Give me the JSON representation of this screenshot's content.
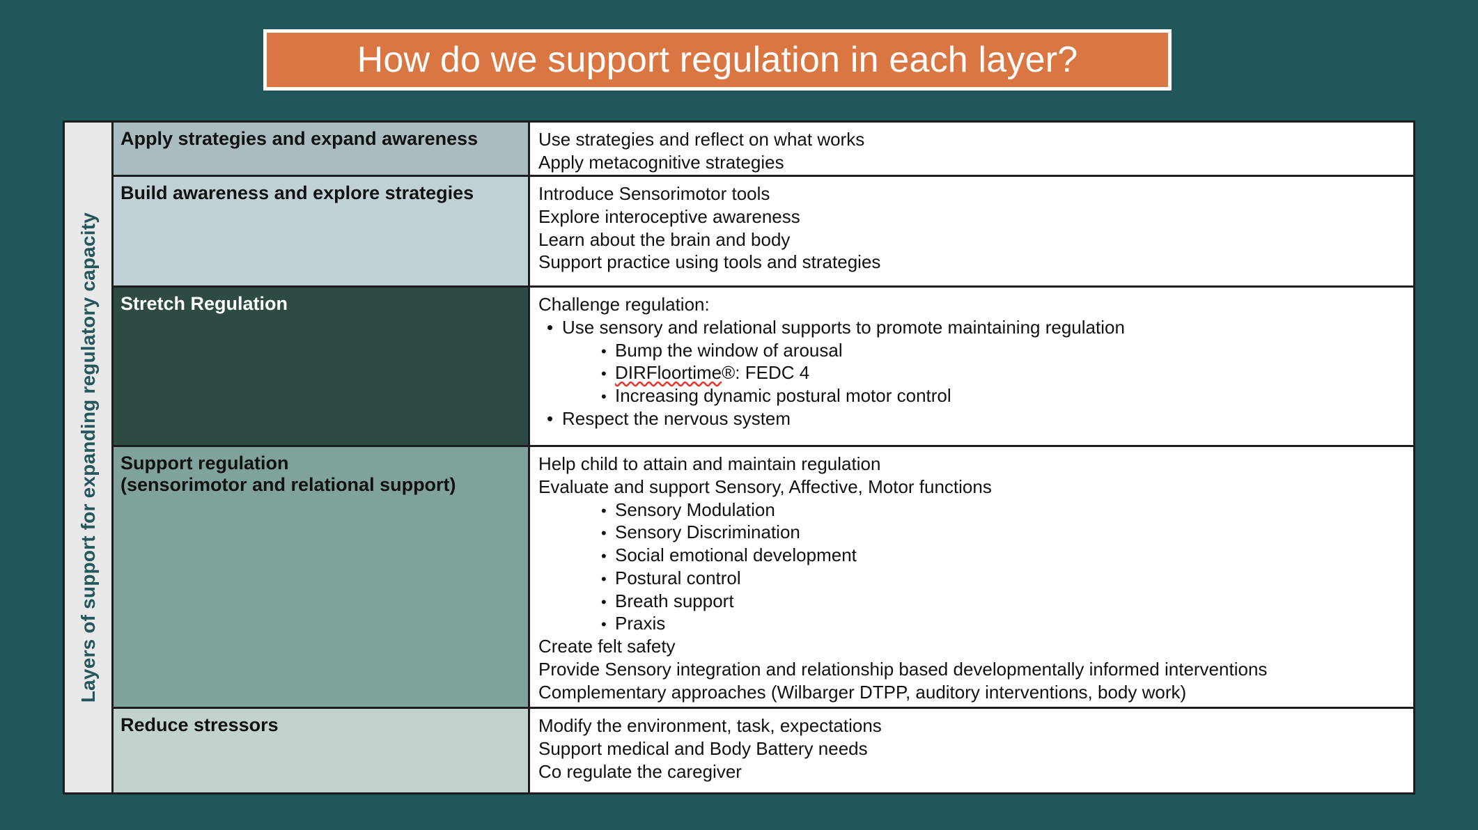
{
  "slide": {
    "background_color": "#21565a",
    "title": "How do we support regulation in each layer?",
    "title_fill_color": "#d97642",
    "title_text_color": "#ffffff"
  },
  "table": {
    "spine_label": "Layers of support for expanding regulatory capacity",
    "spine_text_color": "#24565c",
    "spine_background": "#e9e9e9",
    "rows": [
      {
        "label_lines": [
          "Apply strategies and expand awareness"
        ],
        "label_bg": "#a9bcc0",
        "label_text_color": "#111111",
        "content": [
          {
            "level": 0,
            "text": "Use strategies and reflect on what works"
          },
          {
            "level": 0,
            "text": "Apply metacognitive strategies"
          }
        ]
      },
      {
        "label_lines": [
          "Build awareness and explore strategies"
        ],
        "label_bg": "#c1d2d7",
        "label_text_color": "#111111",
        "content": [
          {
            "level": 0,
            "text": "Introduce Sensorimotor tools"
          },
          {
            "level": 0,
            "text": "Explore interoceptive awareness"
          },
          {
            "level": 0,
            "text": "Learn about the brain and body"
          },
          {
            "level": 0,
            "text": "Support practice using tools and strategies"
          }
        ]
      },
      {
        "label_lines": [
          "Stretch Regulation"
        ],
        "label_bg": "#2d4a44",
        "label_text_color": "#ffffff",
        "content": [
          {
            "level": 0,
            "text": "Challenge regulation:"
          },
          {
            "level": 1,
            "text": "Use sensory and relational supports to promote maintaining regulation"
          },
          {
            "level": 2,
            "text": "Bump the window of arousal"
          },
          {
            "level": 2,
            "text": "DIRFloortime®: FEDC 4",
            "spellcheck_error": "DIRFloortime"
          },
          {
            "level": 2,
            "text": "Increasing dynamic postural motor control"
          },
          {
            "level": 1,
            "text": "Respect the nervous system"
          }
        ]
      },
      {
        "label_lines": [
          "Support regulation",
          "(sensorimotor and relational support)"
        ],
        "label_bg": "#7fa39c",
        "label_text_color": "#111111",
        "content": [
          {
            "level": 0,
            "text": "Help child to attain and maintain regulation"
          },
          {
            "level": 0,
            "text": "Evaluate and support Sensory, Affective, Motor functions"
          },
          {
            "level": 2,
            "text": "Sensory Modulation"
          },
          {
            "level": 2,
            "text": "Sensory Discrimination"
          },
          {
            "level": 2,
            "text": "Social emotional development"
          },
          {
            "level": 2,
            "text": "Postural control"
          },
          {
            "level": 2,
            "text": "Breath support"
          },
          {
            "level": 2,
            "text": "Praxis"
          },
          {
            "level": 0,
            "text": "Create felt safety"
          },
          {
            "level": 0,
            "text": "Provide Sensory integration and relationship based developmentally informed interventions"
          },
          {
            "level": 0,
            "text": "Complementary approaches (Wilbarger DTPP, auditory interventions, body work)"
          }
        ]
      },
      {
        "label_lines": [
          "Reduce stressors"
        ],
        "label_bg": "#c2d2ce",
        "label_text_color": "#111111",
        "content": [
          {
            "level": 0,
            "text": "Modify the environment, task, expectations"
          },
          {
            "level": 0,
            "text": "Support medical and Body Battery needs"
          },
          {
            "level": 0,
            "text": "Co regulate the caregiver"
          }
        ]
      }
    ]
  }
}
